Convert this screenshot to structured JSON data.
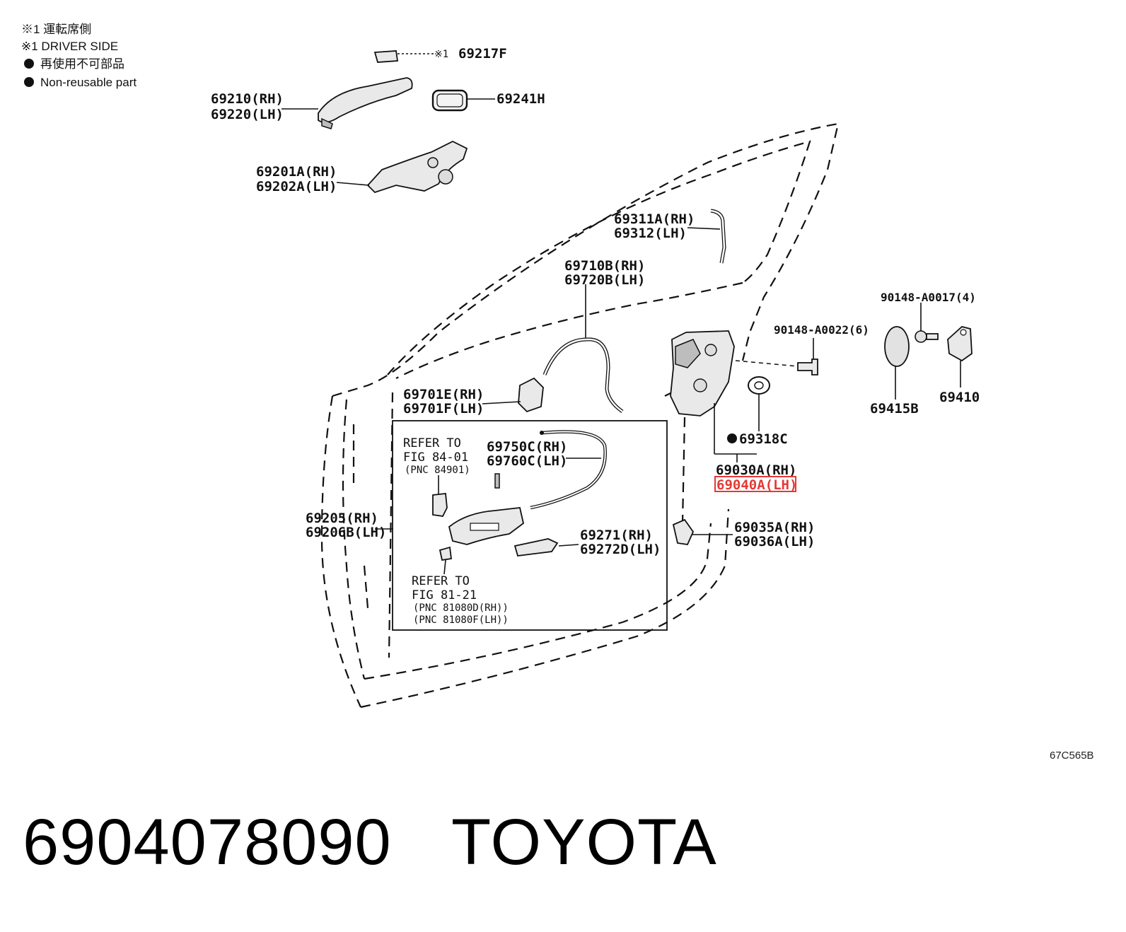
{
  "legend": {
    "line1": "※1 運転席側",
    "line2": "※1 DRIVER SIDE",
    "line3": "再使用不可部品",
    "line4": "Non-reusable part"
  },
  "callouts": {
    "p69217F_mark": "※1",
    "p69217F": "69217F",
    "p69210_rh": "69210(RH)",
    "p69220_lh": "69220(LH)",
    "p69241H": "69241H",
    "p69201A_rh": "69201A(RH)",
    "p69202A_lh": "69202A(LH)",
    "p69311A_rh": "69311A(RH)",
    "p69312_lh": "69312(LH)",
    "p69710B_rh": "69710B(RH)",
    "p69720B_lh": "69720B(LH)",
    "p90148_A0017": "90148-A0017(4)",
    "p90148_A0022": "90148-A0022(6)",
    "p69415B": "69415B",
    "p69410": "69410",
    "p69701E_rh": "69701E(RH)",
    "p69701F_lh": "69701F(LH)",
    "p69318C": "69318C",
    "p69030A_rh": "69030A(RH)",
    "p69040A_lh": "69040A(LH)",
    "p69750C_rh": "69750C(RH)",
    "p69760C_lh": "69760C(LH)",
    "p69205_rh": "69205(RH)",
    "p69206B_lh": "69206B(LH)",
    "p69271_rh": "69271(RH)",
    "p69272D_lh": "69272D(LH)",
    "p69035A_rh": "69035A(RH)",
    "p69036A_lh": "69036A(LH)"
  },
  "refs": {
    "ref1_line1": "REFER TO",
    "ref1_line2": "FIG 84-01",
    "ref1_line3": "(PNC 84901)",
    "ref2_line1": "REFER TO",
    "ref2_line2": "FIG 81-21",
    "ref2_line3": "(PNC 81080D(RH))",
    "ref2_line4": "(PNC 81080F(LH))"
  },
  "figure_code": "67C565B",
  "caption": {
    "part_number": "6904078090",
    "brand": "TOYOTA"
  },
  "highlight_color": "#e53935"
}
